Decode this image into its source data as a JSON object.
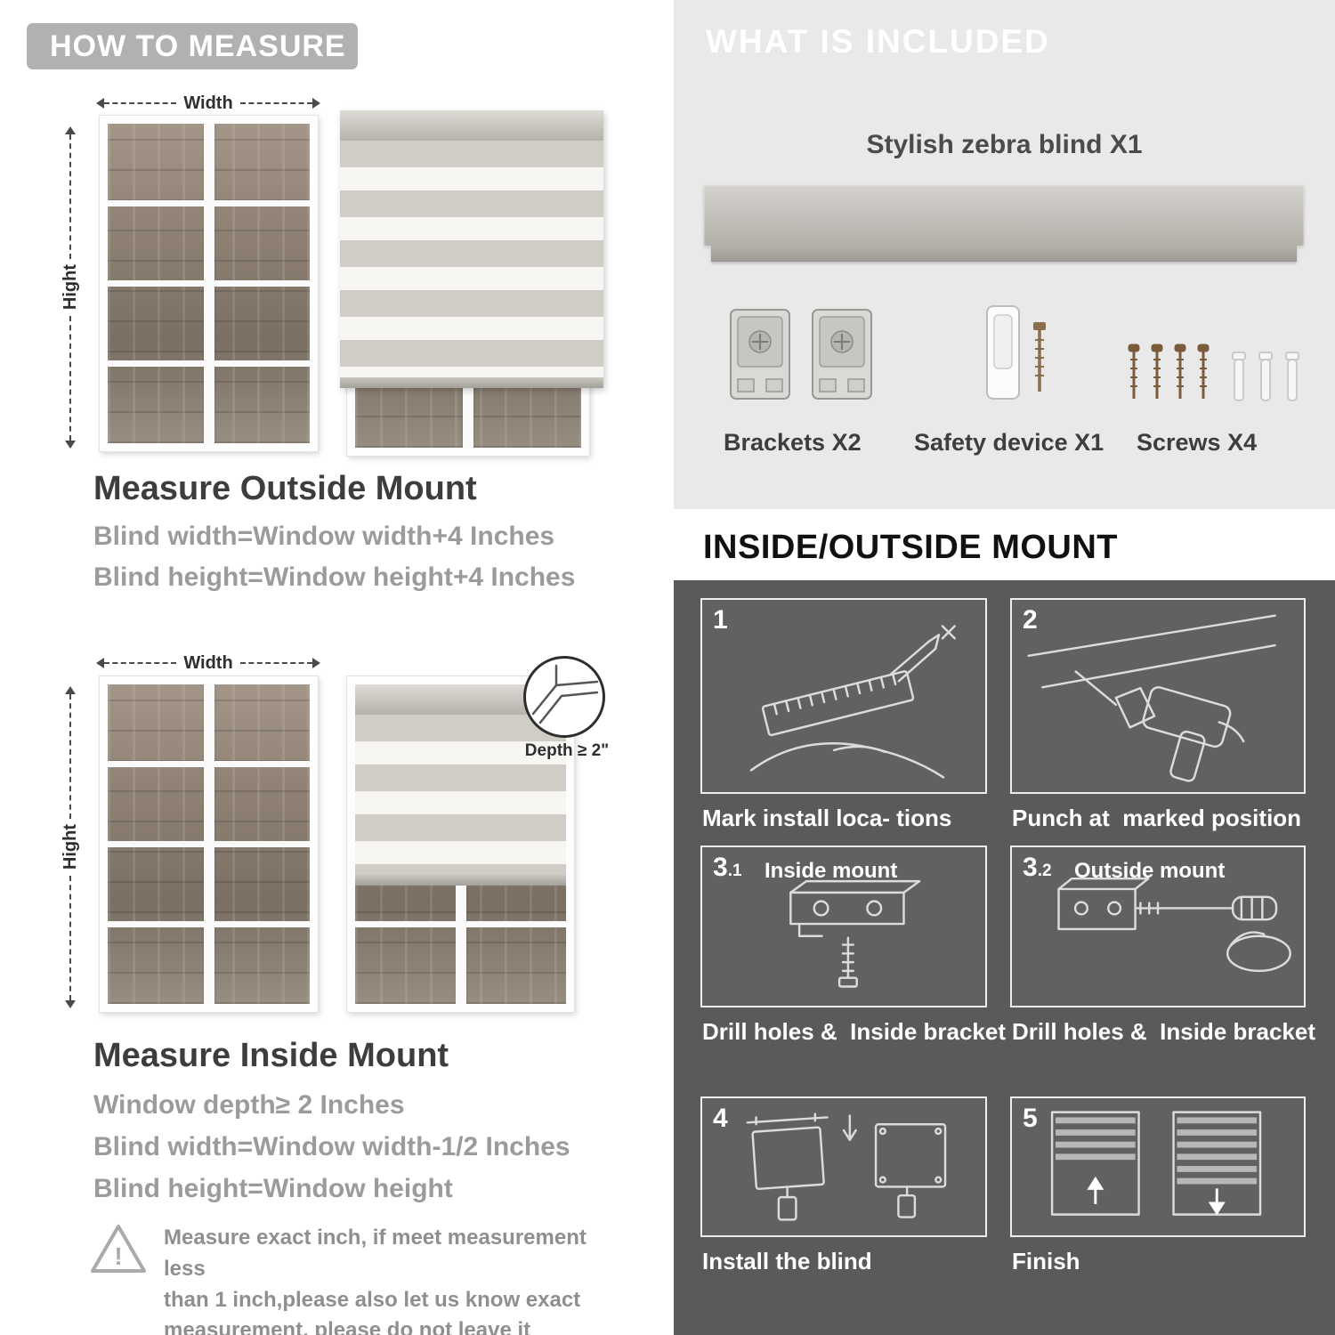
{
  "colors": {
    "banner_gray": "#b1b1b1",
    "panel_light": "#e9e9e9",
    "panel_dark": "#5a5a5a",
    "heading_dark": "#3d3d3d",
    "text_gray": "#9b9b9b"
  },
  "left": {
    "banner": "HOW TO MEASURE",
    "outside": {
      "width_label": "Width",
      "height_label": "Hight",
      "heading": "Measure Outside Mount",
      "lines": [
        "Blind width=Window width+4 Inches",
        "Blind height=Window height+4 Inches"
      ]
    },
    "inside": {
      "width_label": "Width",
      "height_label": "Hight",
      "depth_callout": "Depth ≥ 2\"",
      "heading": "Measure Inside Mount",
      "lines": [
        "Window depth≥ 2 Inches",
        "Blind width=Window width-1/2 Inches",
        "Blind height=Window height"
      ]
    },
    "note": {
      "mark": "!",
      "text": "Measure exact inch, if meet measurement less\nthan 1 inch,please also let us know exact\nmeasurement, please do not leave it"
    }
  },
  "right": {
    "included": {
      "banner": "WHAT IS INCLUDED",
      "blind_label": "Stylish zebra blind X1",
      "part_labels": [
        "Brackets X2",
        "Safety device X1",
        "Screws X4"
      ]
    },
    "mount": {
      "heading": "INSIDE/OUTSIDE MOUNT",
      "steps": [
        {
          "num": "1",
          "sub": "",
          "inner_label": "",
          "caption": "Mark install loca- tions"
        },
        {
          "num": "2",
          "sub": "",
          "inner_label": "",
          "caption": "Punch at  marked position"
        },
        {
          "num": "3",
          "sub": ".1",
          "inner_label": "Inside mount",
          "caption": "Drill holes &  Inside bracket"
        },
        {
          "num": "3",
          "sub": ".2",
          "inner_label": "Outside mount",
          "caption": "Drill holes &  Inside bracket"
        },
        {
          "num": "4",
          "sub": "",
          "inner_label": "",
          "caption": "Install the blind"
        },
        {
          "num": "5",
          "sub": "",
          "inner_label": "",
          "caption": "Finish"
        }
      ]
    }
  }
}
